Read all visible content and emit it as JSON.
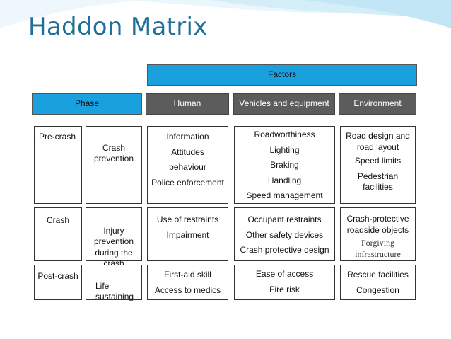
{
  "title": "Haddon Matrix",
  "factors_label": "Factors",
  "headers": {
    "phase": "Phase",
    "human": "Human",
    "vehicles": "Vehicles and equipment",
    "environment": "Environment"
  },
  "rows": [
    {
      "phase": "Pre-crash",
      "goal": "Crash\nprevention",
      "human": [
        "Information",
        "Attitudes",
        "behaviour",
        "Police enforcement"
      ],
      "vehicles": [
        "Roadworthiness",
        "Lighting",
        "Braking",
        "Handling",
        "Speed management"
      ],
      "environment": [
        "Road design and road layout",
        "Speed limits",
        "Pedestrian facilities"
      ]
    },
    {
      "phase": "Crash",
      "goal": "Injury\nprevention\nduring the\ncrash",
      "human": [
        "Use of restraints",
        "Impairment"
      ],
      "vehicles": [
        "Occupant restraints",
        "Other safety devices",
        "Crash protective design"
      ],
      "environment": [
        "Crash-protective roadside objects",
        "Forgiving infrastructure"
      ]
    },
    {
      "phase": "Post-crash",
      "goal": "Life\nsustaining",
      "human": [
        "First-aid skill",
        "Access to medics"
      ],
      "vehicles": [
        "Ease of access",
        "Fire risk"
      ],
      "environment": [
        "Rescue facilities",
        "Congestion"
      ]
    }
  ]
}
